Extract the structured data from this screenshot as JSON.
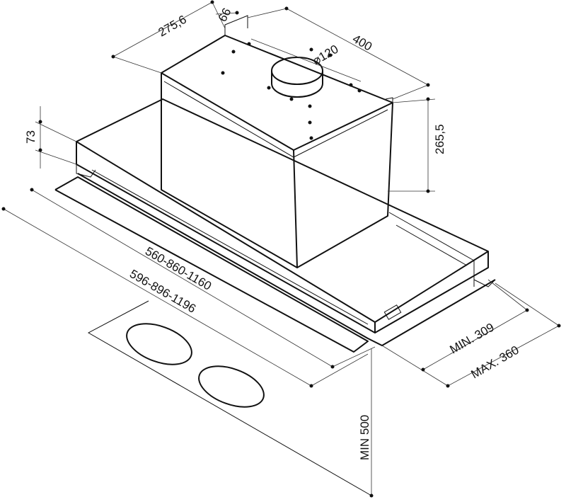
{
  "diagram": {
    "title": "Range hood dimensions",
    "dimensions": {
      "depth_top": "275,6",
      "offset_top": "66",
      "duct_diameter": "⌀120",
      "width_top": "400",
      "height_box": "265,5",
      "height_tray": "73",
      "width_inner": "560-860-1160",
      "width_outer": "596-896-1196",
      "depth_min": "MIN. 309",
      "depth_max": "MAX. 360",
      "min_height_above_hob": "MIN 500"
    },
    "colors": {
      "line": "#111111",
      "background": "#ffffff"
    }
  }
}
